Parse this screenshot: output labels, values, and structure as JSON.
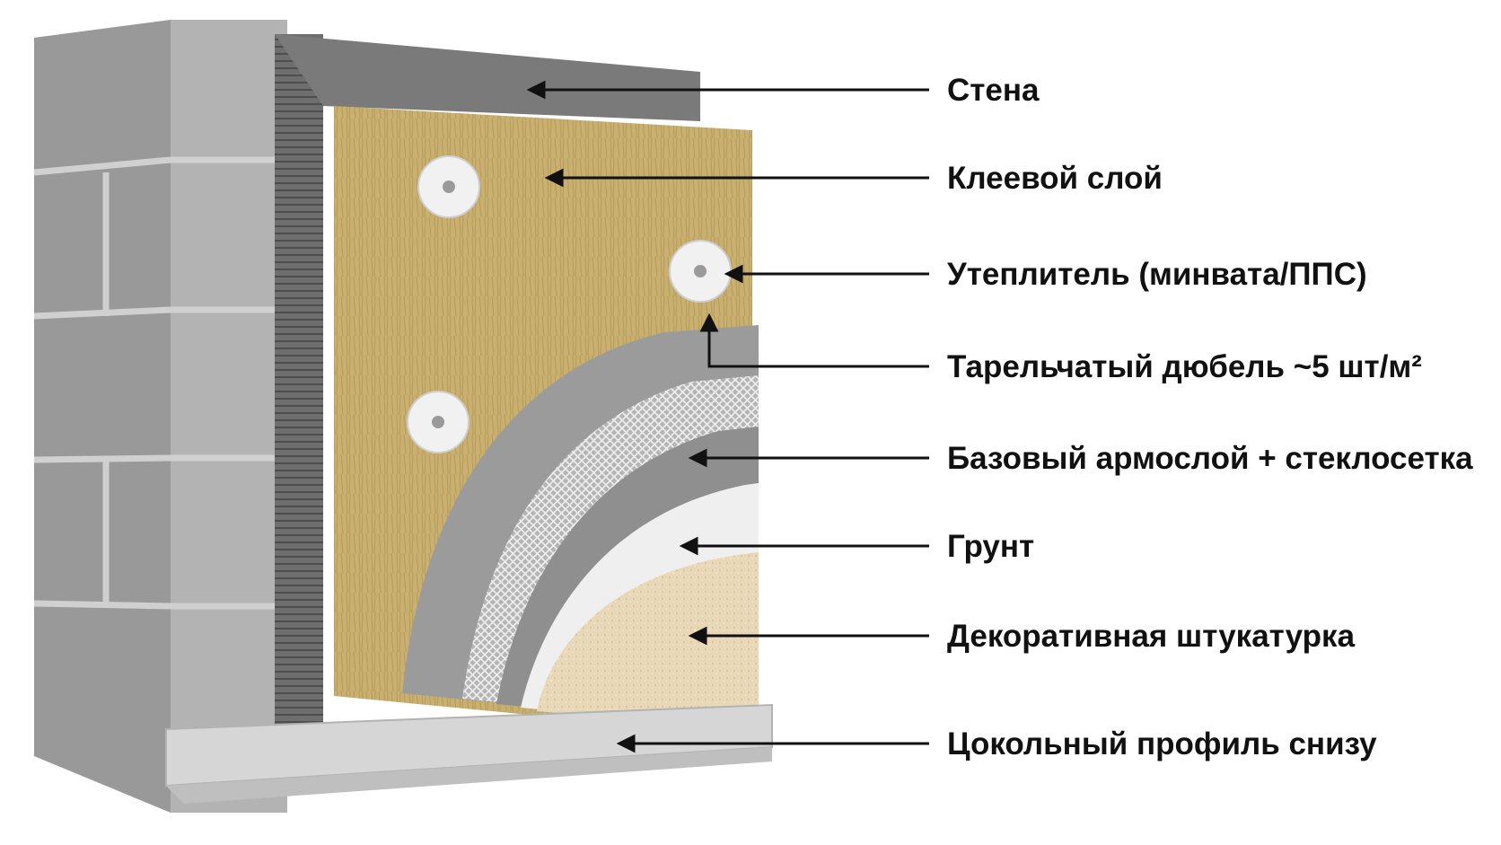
{
  "labels": {
    "wall": "Стена",
    "adhesive": "Клеевой слой",
    "insulation": "Утеплитель (минвата/ППС)",
    "dowel": "Тарельчатый дюбель ~5 шт/м²",
    "base_coat": "Базовый армослой + стеклосетка",
    "primer": "Грунт",
    "decorative": "Декоративная штукатурка",
    "profile": "Цокольный профиль снизу"
  },
  "colors": {
    "brick": "#a9a9a9",
    "mortar": "#c9c9c9",
    "adhesive_layer": "#6e6e6e",
    "mineral_wool": "#c9b070",
    "base_coat": "#9b9b9b",
    "mesh": "#e3e3e3",
    "primer": "#efefef",
    "decorative_plaster": "#e8d8b8",
    "profile": "#d6d6d6",
    "arrow": "#111111"
  }
}
